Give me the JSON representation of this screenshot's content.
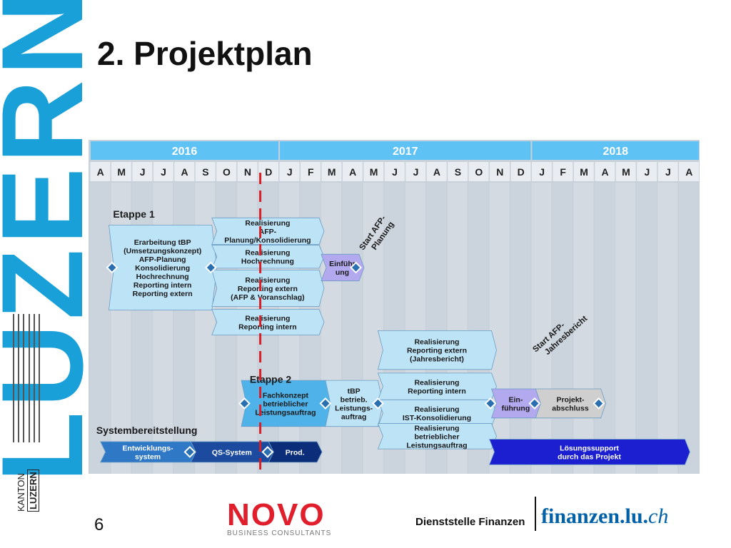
{
  "slide": {
    "title": "2. Projektplan",
    "number": "6",
    "brand_vertical": "LUZERN",
    "canton_logo": {
      "line1": "KANTON",
      "line2": "LUZERN"
    },
    "footer": {
      "novo": "NOVO",
      "novo_sub": "BUSINESS CONSULTANTS",
      "dienststelle": "Dienststelle Finanzen",
      "finanzen_main": "finanzen.lu.",
      "finanzen_ch": "ch"
    }
  },
  "chart_data": {
    "type": "gantt",
    "years": [
      {
        "label": "2016",
        "start": 0,
        "end": 9
      },
      {
        "label": "2017",
        "start": 9,
        "end": 21
      },
      {
        "label": "2018",
        "start": 21,
        "end": 29
      }
    ],
    "months": [
      "A",
      "M",
      "J",
      "J",
      "A",
      "S",
      "O",
      "N",
      "D",
      "J",
      "F",
      "M",
      "A",
      "M",
      "J",
      "J",
      "A",
      "S",
      "O",
      "N",
      "D",
      "J",
      "F",
      "M",
      "A",
      "M",
      "J",
      "J",
      "A"
    ],
    "today_marker_month": 8,
    "section_labels": [
      {
        "text": "Etappe 1",
        "month": 1.1,
        "row": 1.3
      },
      {
        "text": "Etappe 2",
        "month": 7.6,
        "row": 8.1
      },
      {
        "text": "Systembereitstellung",
        "month": 0.3,
        "row": 10.2
      }
    ],
    "tasks": [
      {
        "lines": [
          "Erarbeitung tBP",
          "(Umsetzungskonzept)",
          "AFP-Planung",
          "Konsolidierung",
          "Hochrechnung",
          "Reporting intern",
          "Reporting extern"
        ],
        "start": 0.9,
        "end": 5.8,
        "row": 3.5,
        "h": 3.5,
        "color": "#bde3f7",
        "bold_lines": 2
      },
      {
        "lines": [
          "Realisierung",
          "AFP-",
          "Planung/Konsolidierung"
        ],
        "start": 5.8,
        "end": 10.9,
        "row": 2.0,
        "h": 1.1,
        "color": "#bde3f7"
      },
      {
        "lines": [
          "Realisierung",
          "Hochrechnung"
        ],
        "start": 5.8,
        "end": 10.9,
        "row": 3.05,
        "h": 0.95,
        "color": "#bde3f7"
      },
      {
        "lines": [
          "Realisierung",
          "Reporting extern",
          "(AFP & Voranschlag)"
        ],
        "start": 5.8,
        "end": 10.9,
        "row": 4.35,
        "h": 1.5,
        "color": "#bde3f7"
      },
      {
        "lines": [
          "Realisierung",
          "Reporting intern"
        ],
        "start": 5.8,
        "end": 10.9,
        "row": 5.75,
        "h": 1.05,
        "color": "#bde3f7"
      },
      {
        "lines": [
          "Einführ",
          "ung"
        ],
        "start": 11.0,
        "end": 12.8,
        "row": 3.5,
        "h": 1.1,
        "color": "#b3a9ee"
      },
      {
        "lines": [
          "Realisierung",
          "Reporting extern",
          "(Jahresbericht)"
        ],
        "start": 13.7,
        "end": 19.1,
        "row": 6.9,
        "h": 1.6,
        "color": "#bde3f7"
      },
      {
        "lines": [
          "Fachkonzept",
          "betrieblicher",
          "Leistungsauftrag"
        ],
        "start": 7.2,
        "end": 11.2,
        "row": 9.1,
        "h": 1.9,
        "color": "#4fb2e8"
      },
      {
        "lines": [
          "tBP",
          "betrieb.",
          "Leistungs-",
          "auftrag"
        ],
        "start": 11.2,
        "end": 13.7,
        "row": 9.1,
        "h": 1.9,
        "color": "#bde3f7"
      },
      {
        "lines": [
          "Realisierung",
          "Reporting intern"
        ],
        "start": 13.7,
        "end": 19.1,
        "row": 8.4,
        "h": 1.1,
        "color": "#bde3f7"
      },
      {
        "lines": [
          "Realisierung",
          "IST-Konsolidierung"
        ],
        "start": 13.7,
        "end": 19.1,
        "row": 9.5,
        "h": 1.1,
        "color": "#bde3f7"
      },
      {
        "lines": [
          "Realisierung",
          "betrieblicher",
          "Leistungsauftrag"
        ],
        "start": 13.7,
        "end": 19.1,
        "row": 10.45,
        "h": 1.05,
        "color": "#bde3f7"
      },
      {
        "lines": [
          "Ein-",
          "führung"
        ],
        "start": 19.1,
        "end": 21.2,
        "row": 9.1,
        "h": 1.2,
        "color": "#b3a9ee"
      },
      {
        "lines": [
          "Projekt-",
          "abschluss"
        ],
        "start": 21.2,
        "end": 24.3,
        "row": 9.1,
        "h": 1.2,
        "color": "#cfcfcf"
      },
      {
        "lines": [
          "Entwicklungs-",
          "system"
        ],
        "start": 0.5,
        "end": 4.8,
        "row": 11.1,
        "h": 0.85,
        "color": "#2f78c6",
        "text_color": "#ffffff"
      },
      {
        "lines": [
          "QS-System"
        ],
        "start": 4.8,
        "end": 8.5,
        "row": 11.1,
        "h": 0.85,
        "color": "#1c4a9e",
        "text_color": "#ffffff"
      },
      {
        "lines": [
          "Prod."
        ],
        "start": 8.5,
        "end": 10.8,
        "row": 11.1,
        "h": 0.85,
        "color": "#0b2d7a",
        "text_color": "#ffffff"
      },
      {
        "lines": [
          "Lösungssupport",
          "durch das Projekt"
        ],
        "start": 19.0,
        "end": 28.3,
        "row": 11.1,
        "h": 1.05,
        "color": "#1b1fd0",
        "text_color": "#ffffff"
      }
    ],
    "milestones": [
      {
        "month": 1.05,
        "row": 3.5
      },
      {
        "month": 5.75,
        "row": 3.5
      },
      {
        "month": 12.65,
        "row": 3.5
      },
      {
        "month": 7.35,
        "row": 9.1
      },
      {
        "month": 11.2,
        "row": 9.1
      },
      {
        "month": 13.7,
        "row": 9.1
      },
      {
        "month": 19.05,
        "row": 9.1
      },
      {
        "month": 21.15,
        "row": 9.1
      },
      {
        "month": 24.2,
        "row": 9.1
      },
      {
        "month": 4.75,
        "row": 11.1
      },
      {
        "month": 8.45,
        "row": 11.1
      }
    ],
    "annotations": [
      {
        "lines": [
          "Start AFP-",
          "Planung"
        ],
        "month": 13.0,
        "row": 2.8,
        "angle": -55
      },
      {
        "lines": [
          "Start AFP-",
          "Jahresbericht"
        ],
        "month": 21.2,
        "row": 7.0,
        "angle": -42
      }
    ]
  }
}
